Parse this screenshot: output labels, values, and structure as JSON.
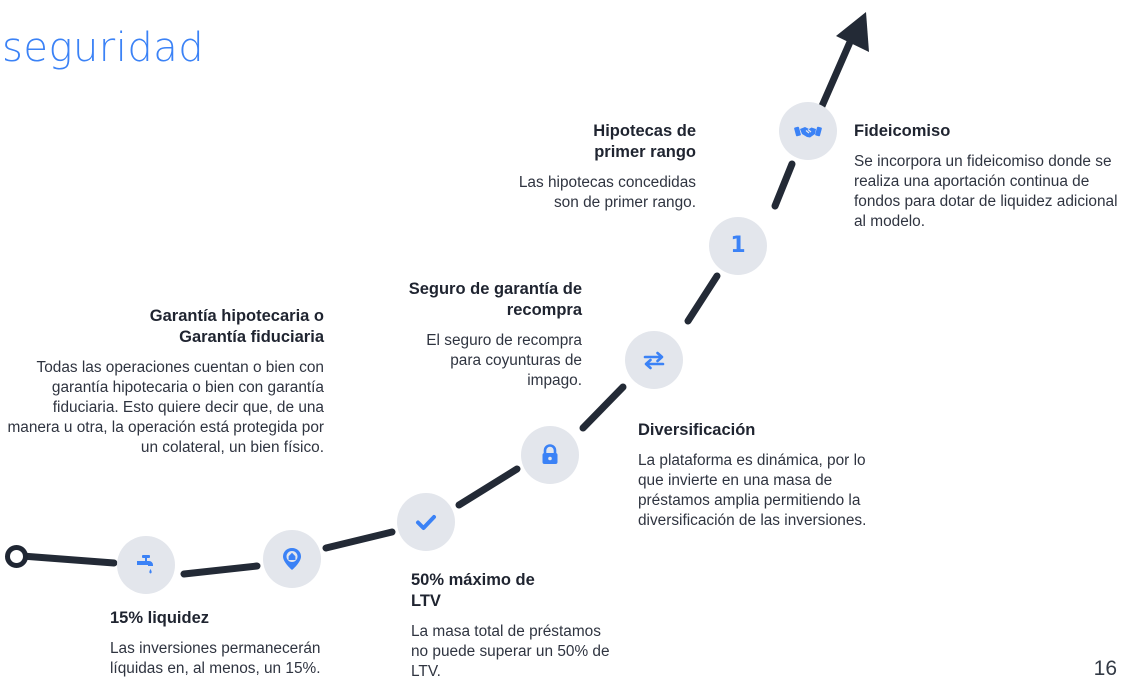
{
  "title": "seguridad",
  "page_number": "16",
  "colors": {
    "accent": "#3b82f6",
    "path": "#232a36",
    "node_bg": "#e3e6ec"
  },
  "steps": [
    {
      "icon": "faucet-icon",
      "title": "15% liquidez",
      "desc": "Las inversiones permanecerán líquidas en, al menos, un 15%."
    },
    {
      "icon": "location-home-icon",
      "title": "Garantía hipotecaria o Garantía fiduciaria",
      "desc": "Todas las operaciones cuentan o bien con garantía hipotecaria o bien con garantía fiduciaria. Esto quiere decir que, de una manera u otra, la operación está protegida por un colateral, un bien físico."
    },
    {
      "icon": "checkmark-icon",
      "title": "50% máximo de LTV",
      "desc": "La masa total de préstamos no puede superar un 50% de LTV."
    },
    {
      "icon": "lock-icon",
      "title": "Seguro de garantía de recompra",
      "desc": "El seguro de recompra para coyunturas de impago."
    },
    {
      "icon": "exchange-arrows-icon",
      "title": "Diversificación",
      "desc": "La plataforma es dinámica, por lo que invierte en una masa de préstamos amplia permitiendo la diversificación de las inversiones."
    },
    {
      "icon": "number-one-icon",
      "title": "Hipotecas de primer rango",
      "desc": "Las hipotecas concedidas son de primer rango.",
      "icon_text": "1"
    },
    {
      "icon": "handshake-icon",
      "title": "Fideicomiso",
      "desc": "Se incorpora un fideicomiso donde se realiza una aportación continua de fondos para dotar de liquidez adicional al modelo."
    }
  ]
}
